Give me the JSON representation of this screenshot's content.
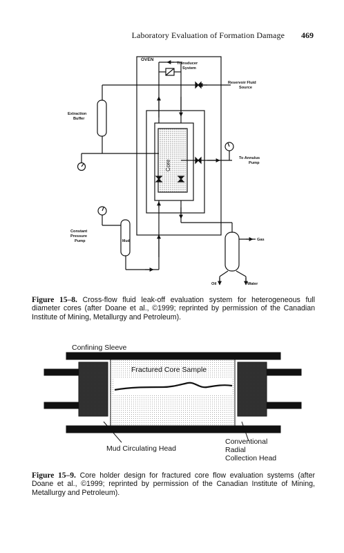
{
  "header": {
    "title": "Laboratory Evaluation of Formation Damage",
    "page_number": "469"
  },
  "figure_15_8": {
    "labels": {
      "oven": "OVEN",
      "transducer": "Transducer",
      "transducer_2": "System",
      "reservoir": "Reservoir Fluid",
      "reservoir_2": "Source",
      "extraction": "Extraction",
      "extraction_2": "Buffer",
      "core": "Core",
      "annulus": "To Annulus",
      "annulus_2": "Pump",
      "constant": "Constant",
      "constant_2": "Pressure",
      "constant_3": "Pump",
      "mud": "Mud",
      "gas": "Gas",
      "oil": "Oil",
      "water": "Water"
    },
    "caption_label": "Figure 15–8.",
    "caption_text": "Cross-flow fluid leak-off evaluation system for heterogeneous full diameter cores (after Doane et al., ©1999; reprinted by permission of the Canadian Institute of Mining, Metallurgy and Petroleum)."
  },
  "figure_15_9": {
    "labels": {
      "confining_sleeve": "Confining Sleeve",
      "fractured_core": "Fractured Core Sample",
      "mud_head": "Mud Circulating Head",
      "conventional": "Conventional",
      "radial": "Radial",
      "collection": "Collection Head"
    },
    "caption_label": "Figure 15–9.",
    "caption_text": "Core holder design for fractured core flow evaluation systems (after Doane et al., ©1999; reprinted by permission of the Canadian Institute of Mining, Metallurgy and Petroleum)."
  }
}
